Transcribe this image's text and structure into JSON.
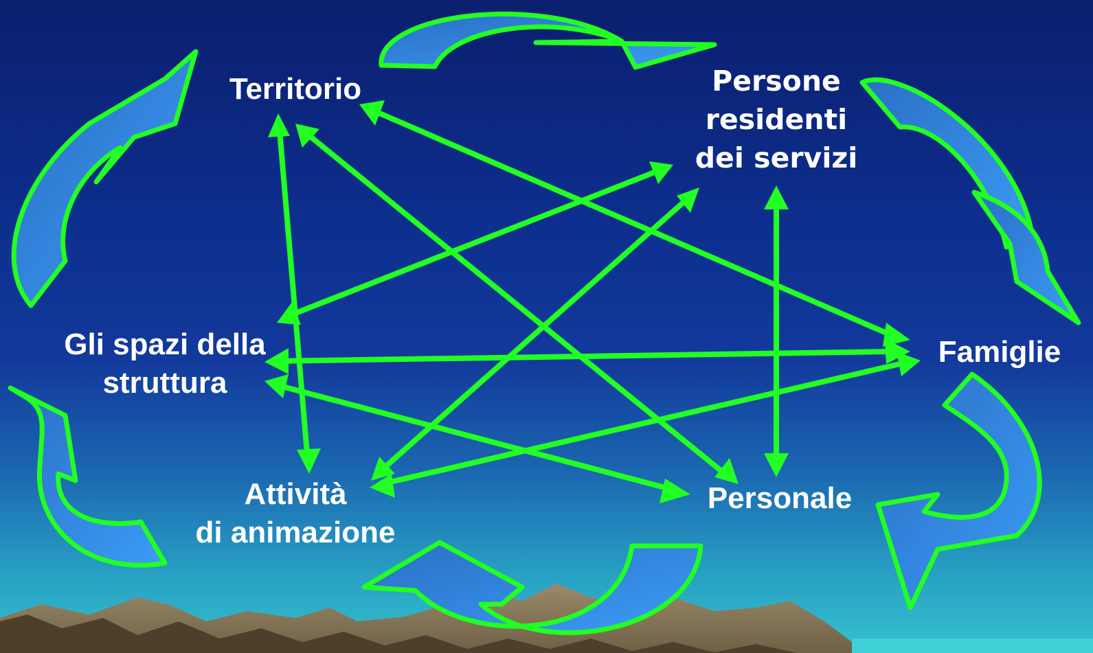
{
  "colors": {
    "arrow_stroke": "#22ff22",
    "cycle_fill_dark": "#2c72cc",
    "cycle_fill_light": "#3a96f2",
    "text": "#ffffff",
    "mountain": "#8a7a5e"
  },
  "nodes": {
    "territorio": "Territorio",
    "persone": "Persone\nresidenti\ndei servizi",
    "spazi": "Gli spazi della\nstruttura",
    "famiglie": "Famiglie",
    "attivita": "Attività\ndi animazione",
    "personale": "Personale"
  }
}
